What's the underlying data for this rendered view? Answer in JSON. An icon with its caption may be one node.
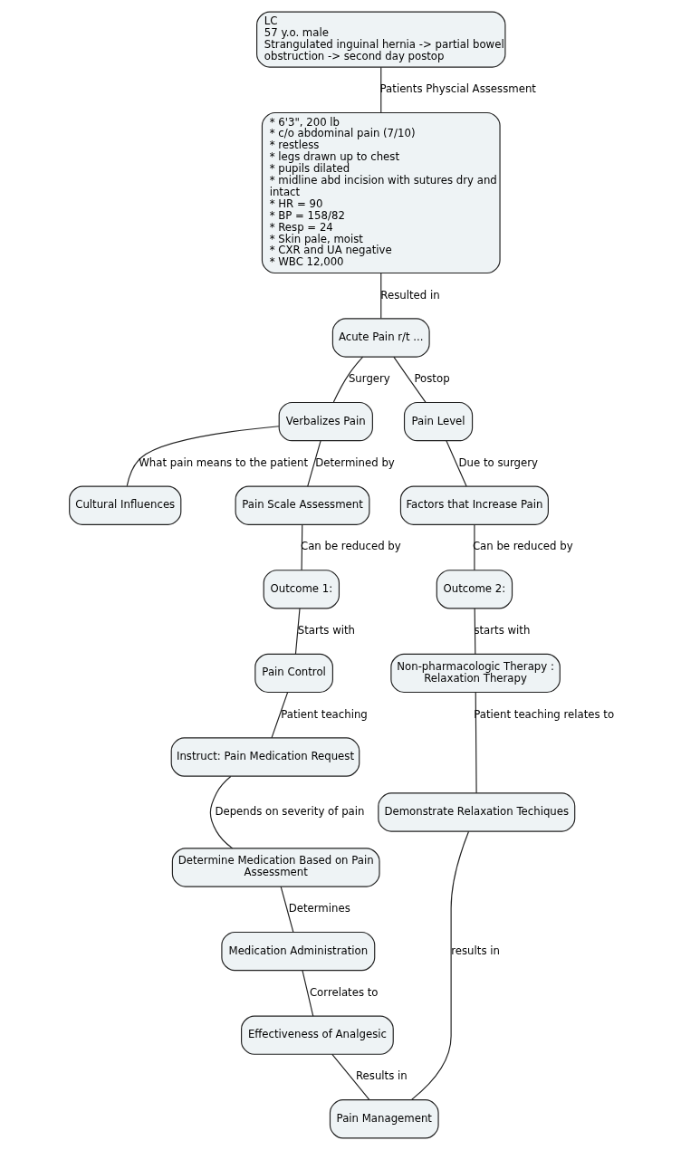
{
  "diagram": {
    "nodes": [
      {
        "text": [
          "LC",
          "57 y.o. male",
          "Strangulated inguinal hernia -> partial bowel obstruction -> second day postop"
        ]
      },
      {
        "text": [
          "* 6'3\", 200 lb",
          "* c/o abdominal pain (7/10)",
          "* restless",
          "* legs drawn up to chest",
          "* pupils dilated",
          "* midline abd incision with sutures dry and intact",
          "* HR = 90",
          "* BP = 158/82",
          "* Resp = 24",
          "* Skin pale, moist",
          "* CXR and UA negative",
          "* WBC 12,000"
        ]
      },
      {
        "text": [
          "Acute Pain r/t ..."
        ]
      },
      {
        "text": [
          "Verbalizes Pain"
        ]
      },
      {
        "text": [
          "Pain Level"
        ]
      },
      {
        "text": [
          "Cultural Influences"
        ]
      },
      {
        "text": [
          "Pain Scale Assessment"
        ]
      },
      {
        "text": [
          "Factors that Increase Pain"
        ]
      },
      {
        "text": [
          "Outcome 1:"
        ]
      },
      {
        "text": [
          "Outcome 2:"
        ]
      },
      {
        "text": [
          "Pain Control"
        ]
      },
      {
        "text": [
          "Non-pharmacologic Therapy : Relaxation Therapy"
        ]
      },
      {
        "text": [
          "Instruct: Pain Medication Request"
        ]
      },
      {
        "text": [
          "Determine Medication Based on Pain Assessment"
        ]
      },
      {
        "text": [
          "Medication Administration"
        ]
      },
      {
        "text": [
          "Effectiveness of Analgesic"
        ]
      },
      {
        "text": [
          "Demonstrate Relaxation Techiques"
        ]
      },
      {
        "text": [
          "Pain Management"
        ]
      }
    ],
    "edges": [
      {
        "from": 0,
        "to": 1,
        "arrow": "none",
        "label": "Patients Physcial Assessment"
      },
      {
        "from": 1,
        "to": 2,
        "arrow": "none",
        "label": "Resulted in"
      },
      {
        "from": 2,
        "to": 3,
        "arrow": "none",
        "label": "Surgery"
      },
      {
        "from": 2,
        "to": 4,
        "arrow": "none",
        "label": "Postop"
      },
      {
        "from": 3,
        "to": 5,
        "arrow": "none",
        "label": "What pain means to the patient"
      },
      {
        "from": 3,
        "to": 6,
        "arrow": "none",
        "label": "Determined by"
      },
      {
        "from": 4,
        "to": 7,
        "arrow": "none",
        "label": "Due to surgery"
      },
      {
        "from": 6,
        "to": 8,
        "arrow": "none",
        "label": "Can be reduced by"
      },
      {
        "from": 7,
        "to": 9,
        "arrow": "none",
        "label": "Can be reduced by"
      },
      {
        "from": 8,
        "to": 10,
        "arrow": "none",
        "label": "Starts with"
      },
      {
        "from": 9,
        "to": 11,
        "arrow": "none",
        "label": "starts with"
      },
      {
        "from": 10,
        "to": 12,
        "arrow": "none",
        "label": "Patient teaching"
      },
      {
        "from": 12,
        "to": 13,
        "arrow": "none",
        "label": "Depends on severity of pain"
      },
      {
        "from": 13,
        "to": 14,
        "arrow": "none",
        "label": "Determines"
      },
      {
        "from": 14,
        "to": 15,
        "arrow": "none",
        "label": "Correlates to"
      },
      {
        "from": 11,
        "to": 16,
        "arrow": "none",
        "label": "Patient teaching relates to"
      },
      {
        "from": 15,
        "to": 17,
        "arrow": "none",
        "label": "Results in"
      },
      {
        "from": 16,
        "to": 17,
        "arrow": "none",
        "label": "results in"
      }
    ]
  }
}
